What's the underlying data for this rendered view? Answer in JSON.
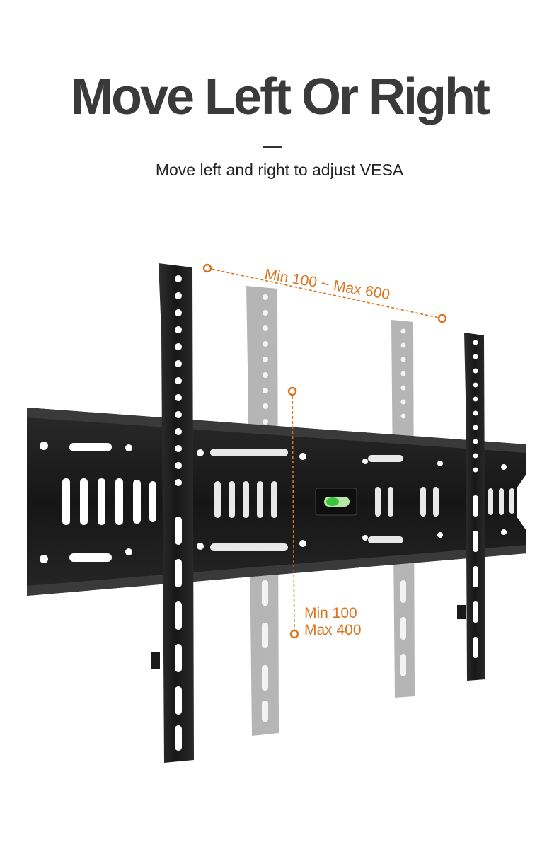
{
  "header": {
    "title": "Move Left Or Right",
    "subtitle": "Move left and right to adjust VESA"
  },
  "annotations": {
    "horizontal_range": "Min 100 ~ Max  600",
    "vertical_min": "Min 100",
    "vertical_max": "Max  400"
  },
  "colors": {
    "accent": "#d9731b",
    "bracket": "#1c1c1c",
    "ghost_arm": "#a8a8a8",
    "level_bubble": "#39c43a"
  }
}
